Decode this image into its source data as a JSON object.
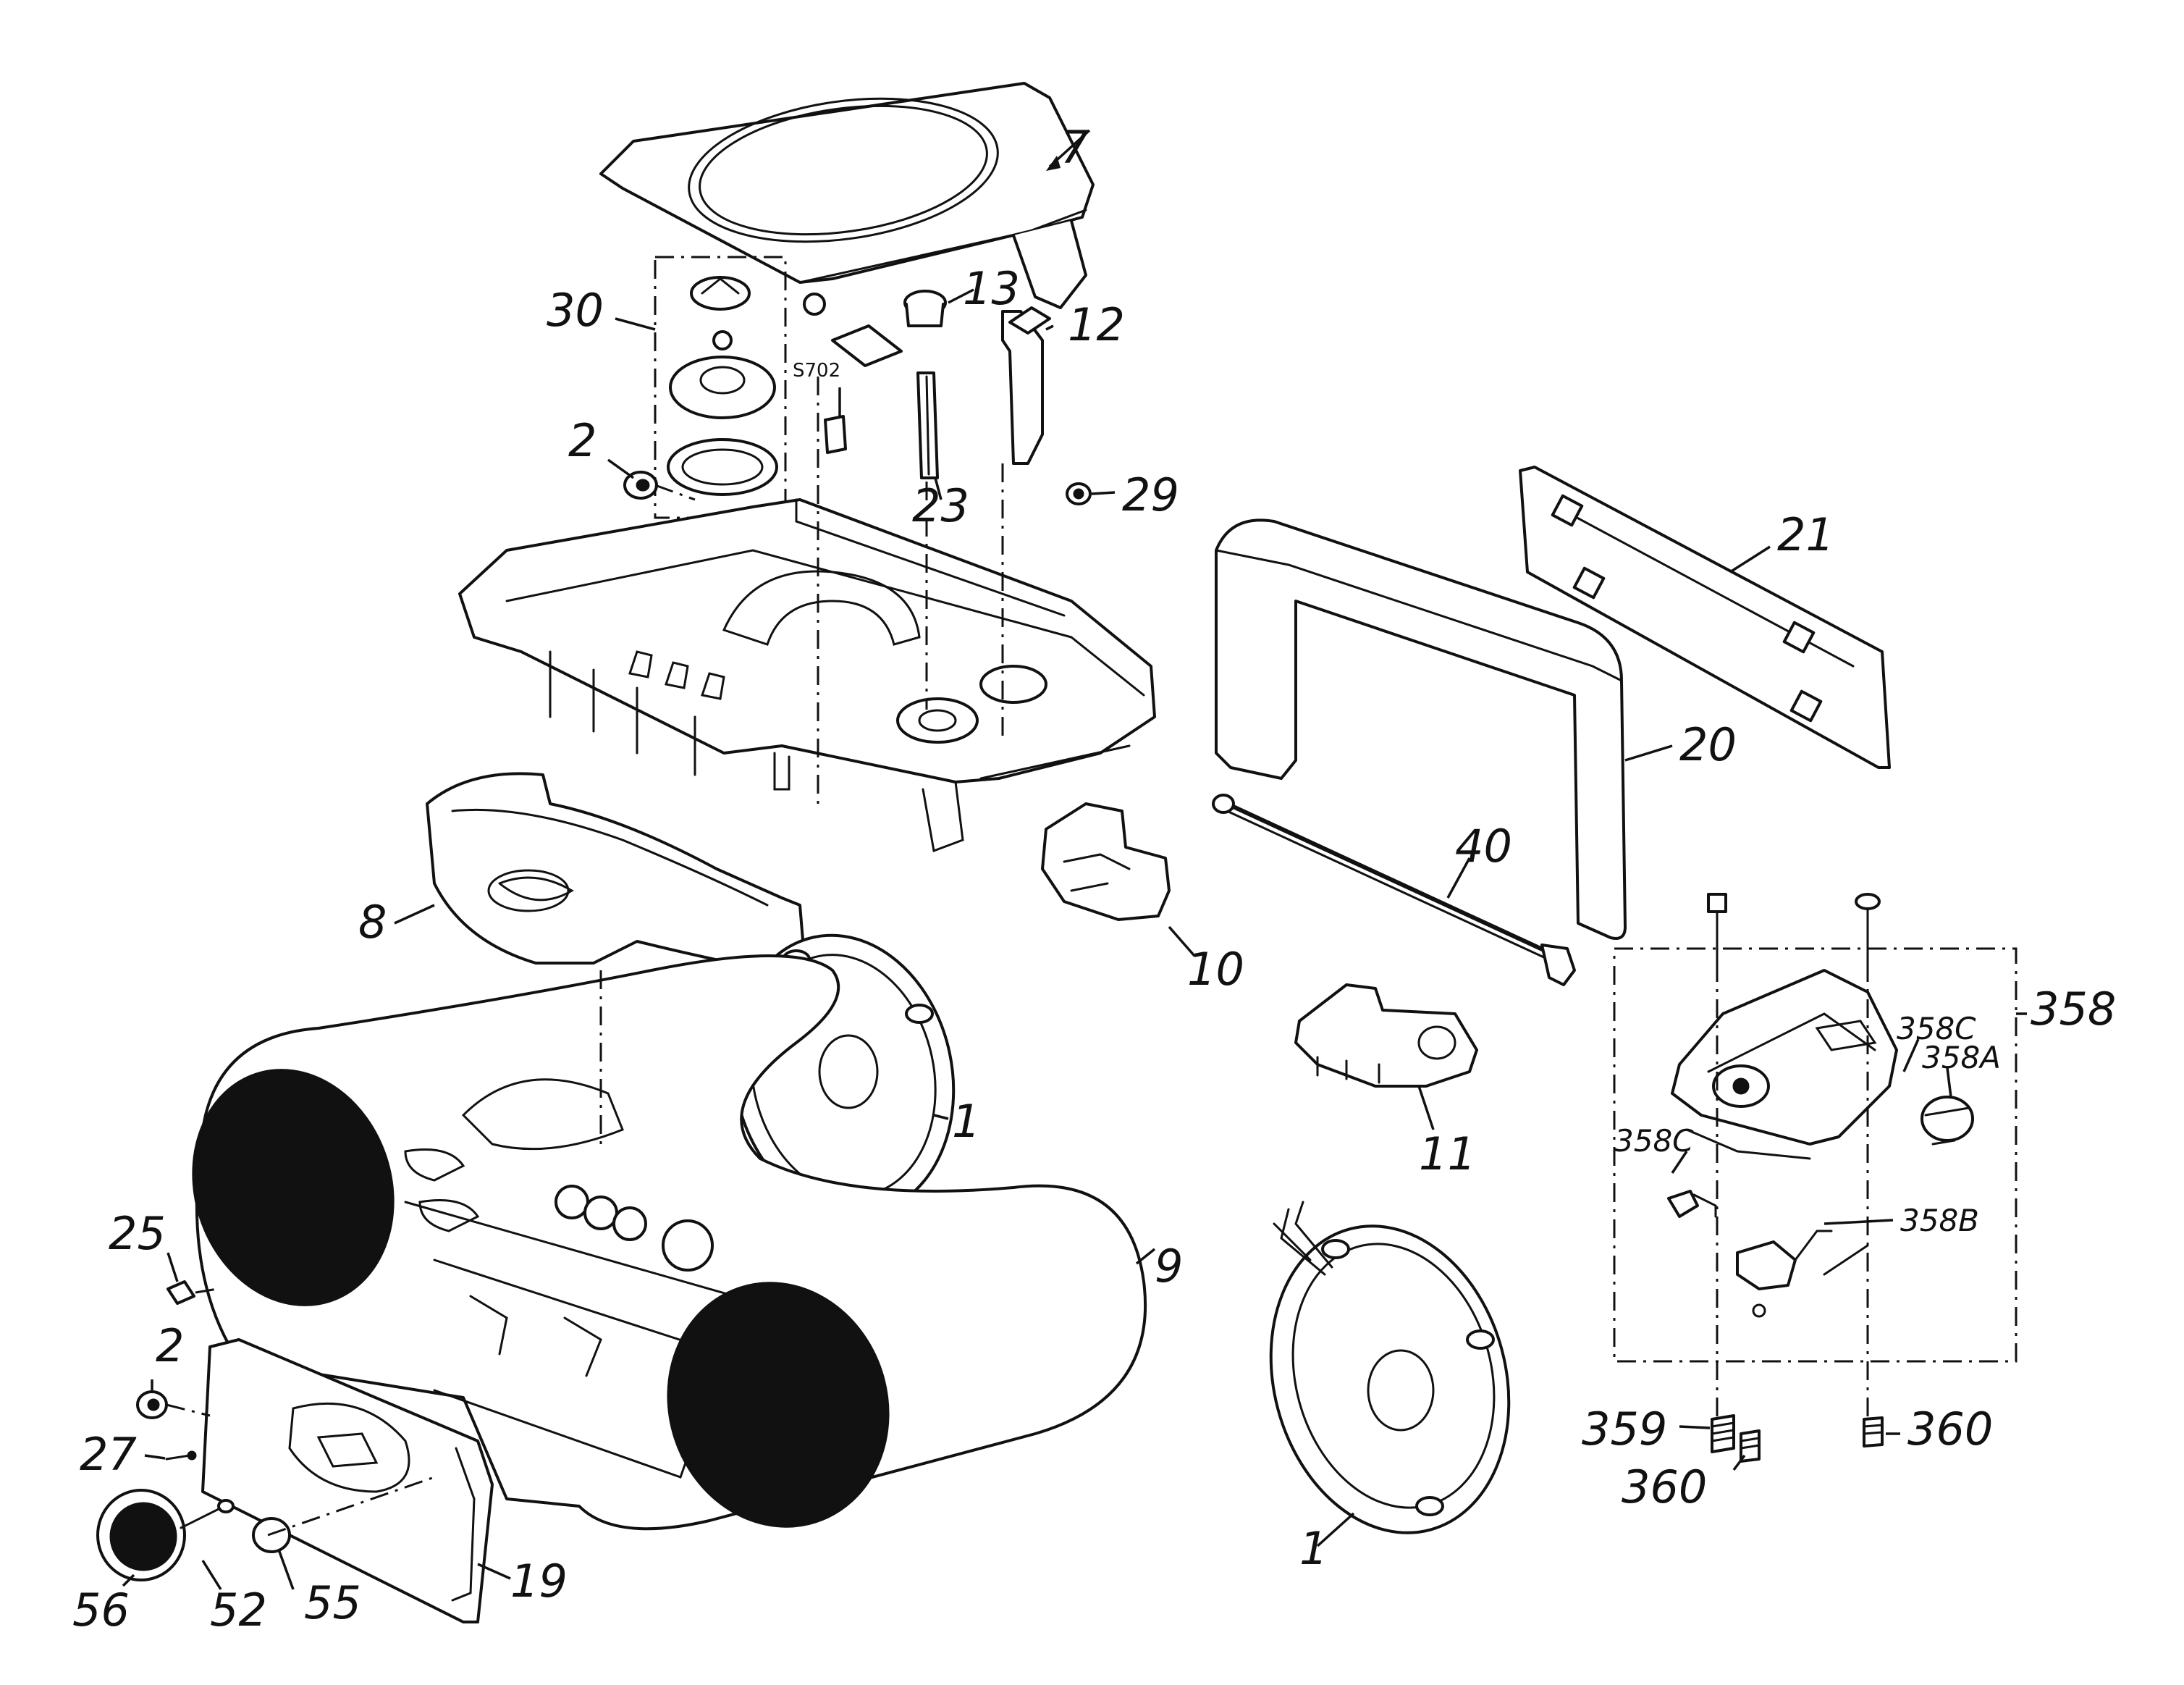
{
  "callouts": {
    "c7": "7",
    "c30": "30",
    "c13": "13",
    "c12": "12",
    "s702": "S702",
    "c2_top": "2",
    "c23": "23",
    "c29": "29",
    "c21": "21",
    "c20": "20",
    "c40": "40",
    "c8": "8",
    "c10": "10",
    "c11": "11",
    "c1_upper": "1",
    "c1_lower": "1",
    "c358": "358",
    "c358c_top": "358C",
    "c358a": "358A",
    "c358c_left": "358C",
    "c358b": "358B",
    "c25": "25",
    "c9": "9",
    "c2_bottom": "2",
    "c27": "27",
    "c56": "56",
    "c52": "52",
    "c55": "55",
    "c19": "19",
    "c359": "359",
    "c360_left": "360",
    "c360_right": "360"
  }
}
